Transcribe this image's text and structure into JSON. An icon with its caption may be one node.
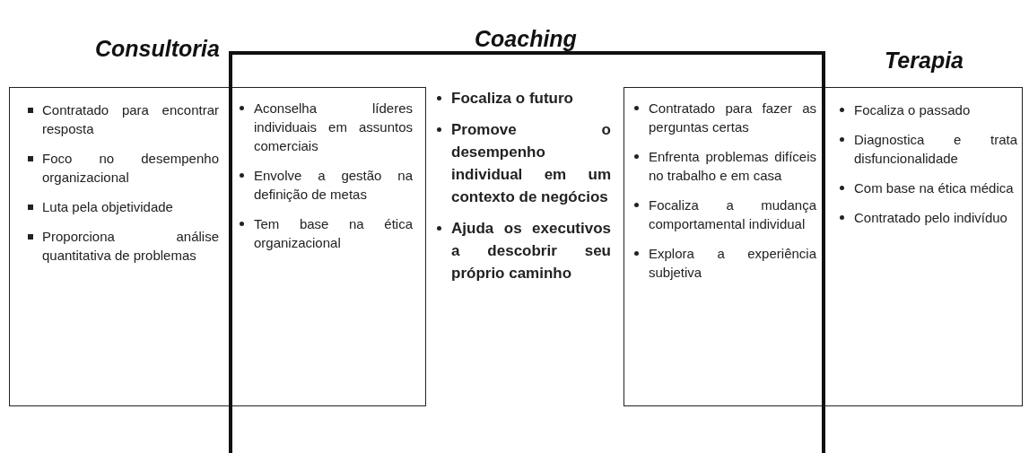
{
  "diagram": {
    "nodes": [
      {
        "text": [
          "Consultoria",
          "Contratado para encontrar resposta",
          "Foco no desempenho organizacional",
          "Luta pela objetividade",
          "Proporciona análise quantitativa de problemas"
        ]
      },
      {
        "text": [
          "Coaching",
          "Focaliza o futuro",
          "Promove o desempenho individual em um contexto de negócios",
          "Ajuda os executivos a descobrir seu próprio caminho"
        ]
      },
      {
        "text": [
          "Terapia",
          "Focaliza o passado",
          "Diagnostica e trata disfuncionalidade",
          "Com base na ética médica",
          "Contratado pelo indivíduo"
        ]
      }
    ],
    "labels": [
      "Aconselha líderes individuais em assuntos comerciais",
      "Envolve a gestão na definição de metas",
      "Tem base na ética organizacional",
      "Contratado para fazer as perguntas certas",
      "Enfrenta problemas difíceis no trabalho e em casa",
      "Focaliza a mudança comportamental individual",
      "Explora a experiência subjetiva"
    ]
  }
}
